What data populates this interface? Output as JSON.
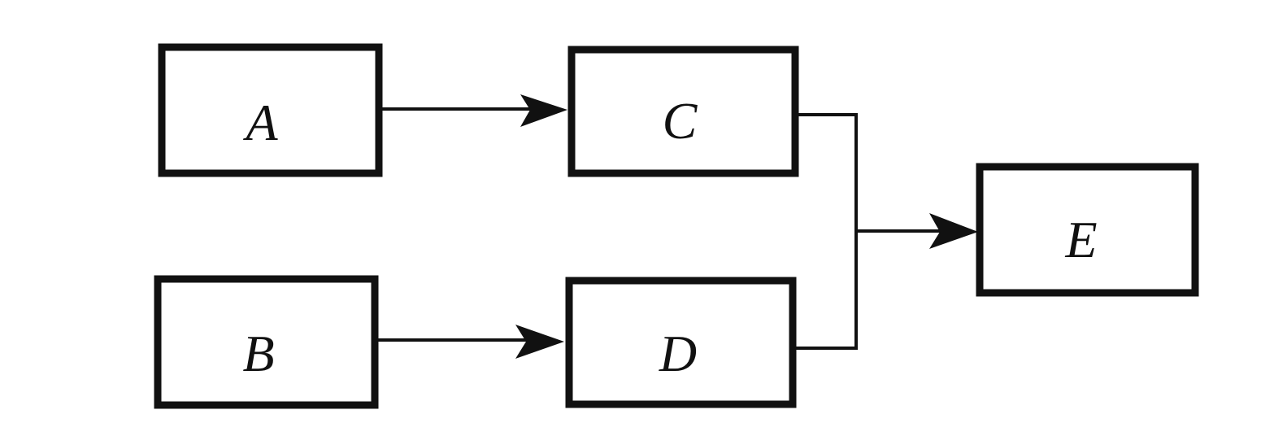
{
  "diagram": {
    "nodes": [
      {
        "id": "A",
        "label": "A"
      },
      {
        "id": "B",
        "label": "B"
      },
      {
        "id": "C",
        "label": "C"
      },
      {
        "id": "D",
        "label": "D"
      },
      {
        "id": "E",
        "label": "E"
      }
    ],
    "edges": [
      {
        "from": "A",
        "to": "C"
      },
      {
        "from": "B",
        "to": "D"
      },
      {
        "from": "C",
        "to": "E"
      },
      {
        "from": "D",
        "to": "E"
      }
    ],
    "colors": {
      "stroke": "#111111",
      "background": "#ffffff"
    }
  }
}
